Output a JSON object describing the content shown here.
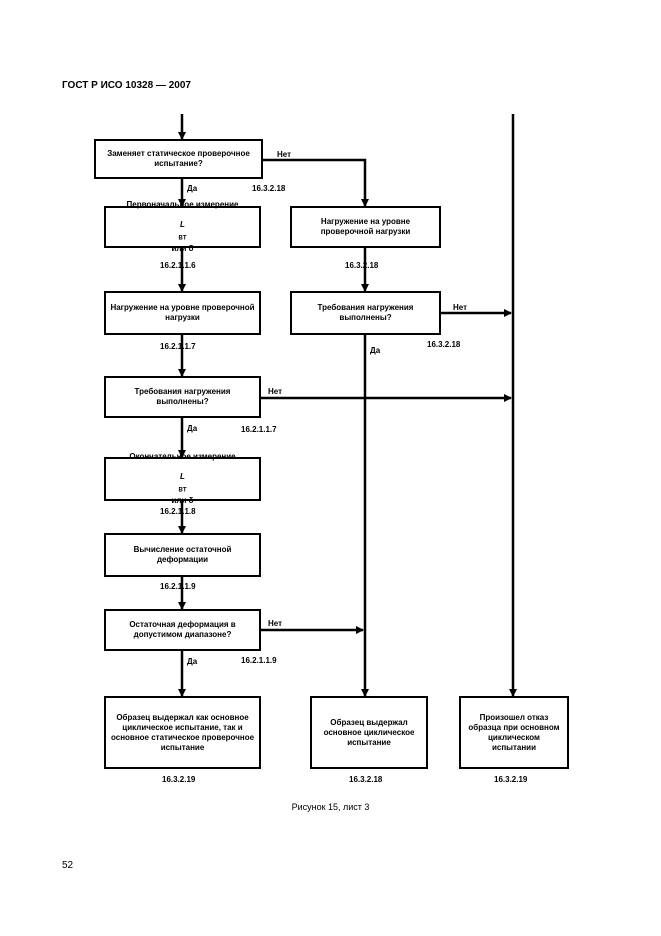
{
  "header": "ГОСТ Р ИСО 10328 — 2007",
  "page_number": "52",
  "caption": "Рисунок 15, лист 3",
  "boxes": {
    "q_static_test": "Заменяет статическое проверочное испытание?",
    "initial_measure_line1": "Первоначальное измерение",
    "initial_measure_var": "L",
    "initial_measure_sub": "BT",
    "initial_measure_tail": " или δ",
    "load_proof_level": "Нагружение на уровне проверочной нагрузки",
    "q_load_req_1": "Требования нагружения выполнены?",
    "final_measure_line1": "Окончательное измерение",
    "final_measure_var": "L",
    "final_measure_sub": "BT",
    "final_measure_tail": " или δ",
    "calc_residual": "Вычисление остаточной деформации",
    "q_residual_range": "Остаточная деформация в допустимом диапазоне?",
    "load_proof_level_right": "Нагружение на уровне проверочной нагрузки",
    "q_load_req_2": "Требования нагружения выполнены?",
    "out_passed_both": "Образец выдержал как основное циклическое испытание, так и основное статическое проверочное испытание",
    "out_passed_main": "Образец выдержал основное циклическое испытание",
    "out_failed": "Произошел отказ образца при основном циклическом испытании"
  },
  "labels": {
    "net1": "Нет",
    "da1": "Да",
    "ref_16_3_2_18_a": "16.3.2.18",
    "ref_16_2_1_1_6": "16.2.1.1.6",
    "ref_16_3_2_18_b": "16.3.2.18",
    "net2": "Нет",
    "da2": "Да",
    "ref_16_3_2_18_c": "16.3.2.18",
    "ref_16_2_1_1_7_a": "16.2.1.1.7",
    "net3": "Нет",
    "da3": "Да",
    "ref_16_2_1_1_7_b": "16.2.1.1.7",
    "ref_16_2_1_1_8": "16.2.1.1.8",
    "ref_16_2_1_1_9_a": "16.2.1.1.9",
    "net4": "Нет",
    "da4": "Да",
    "ref_16_2_1_1_9_b": "16.2.1.1.9",
    "ref_16_3_2_19_a": "16.3.2.19",
    "ref_16_3_2_18_d": "16.3.2.18",
    "ref_16_3_2_19_b": "16.3.2.19"
  }
}
